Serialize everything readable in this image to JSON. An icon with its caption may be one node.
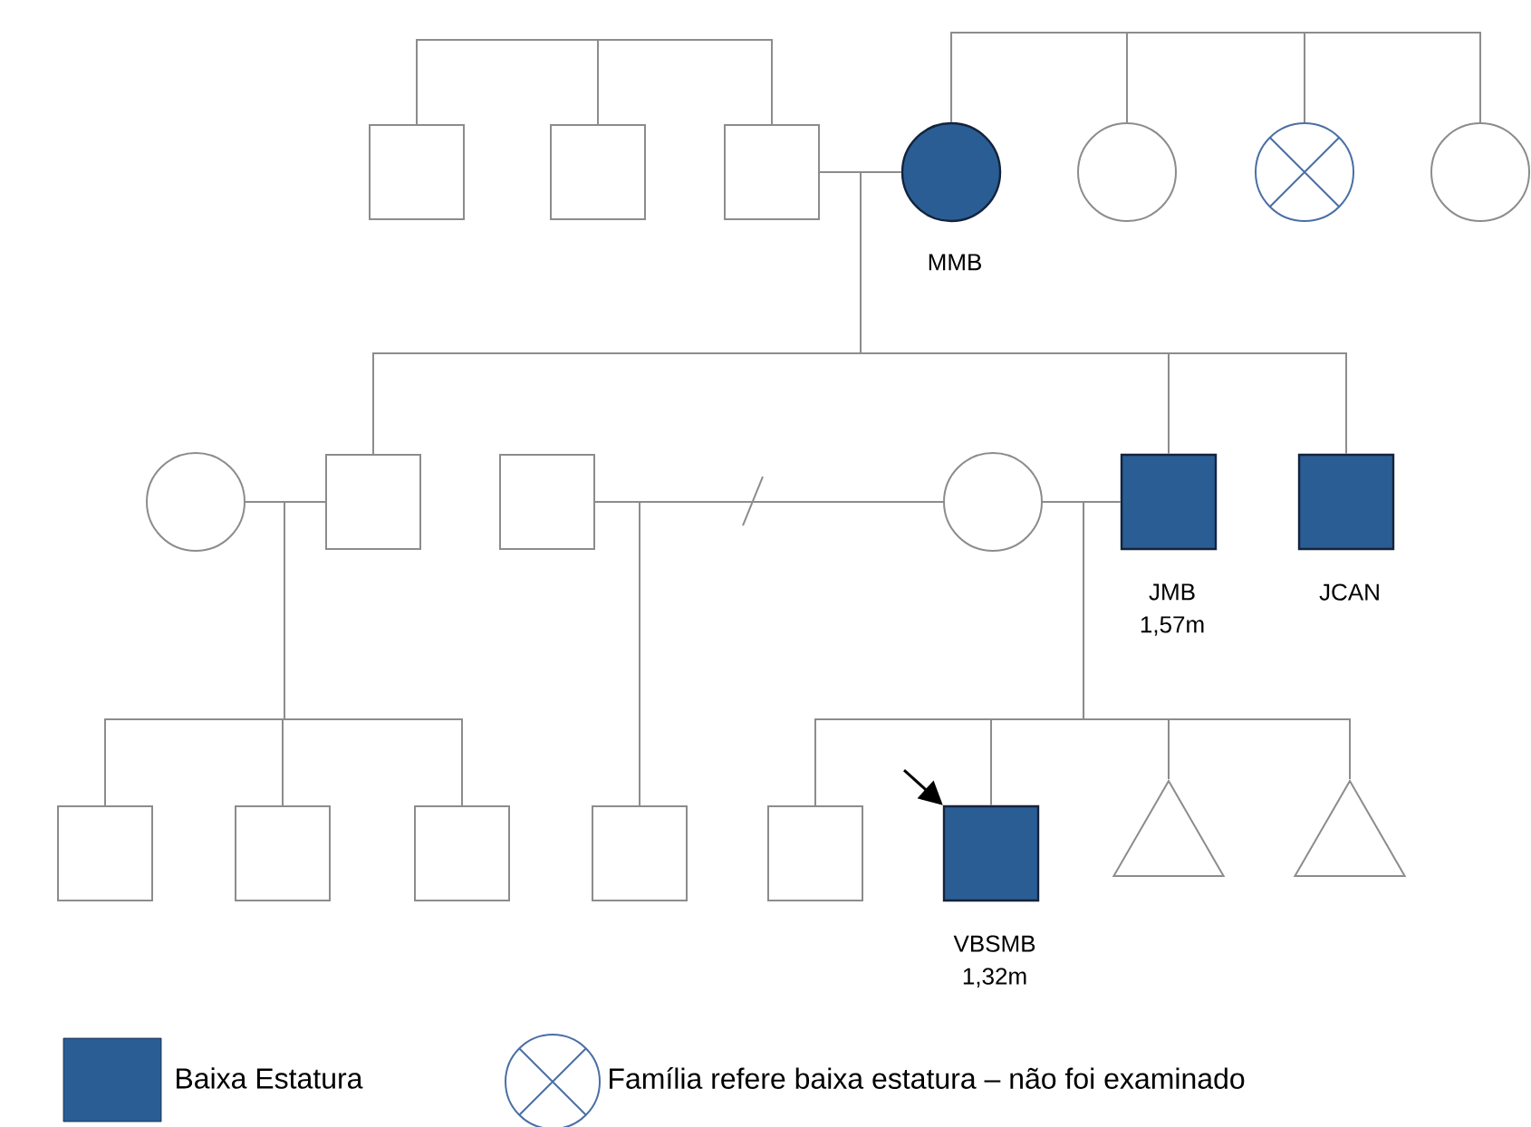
{
  "diagram": {
    "nodes": [
      {
        "text": [],
        "shape": "box"
      },
      {
        "text": [],
        "shape": "box"
      },
      {
        "text": [],
        "shape": "box"
      },
      {
        "text": [],
        "shape": "circle",
        "beside": [
          "MMB"
        ]
      },
      {
        "text": [],
        "shape": "circle"
      },
      {
        "text": [],
        "shape": "circle"
      },
      {
        "text": [],
        "shape": "circle"
      },
      {
        "text": [],
        "shape": "circle"
      },
      {
        "text": [],
        "shape": "box"
      },
      {
        "text": [],
        "shape": "box"
      },
      {
        "text": [],
        "shape": "circle"
      },
      {
        "text": [],
        "shape": "box",
        "beside": [
          "JMB",
          "1,57m"
        ]
      },
      {
        "text": [],
        "shape": "box",
        "beside": [
          "JCAN"
        ]
      },
      {
        "text": [],
        "shape": "box"
      },
      {
        "text": [],
        "shape": "box"
      },
      {
        "text": [],
        "shape": "box"
      },
      {
        "text": [],
        "shape": "box"
      },
      {
        "text": [],
        "shape": "box"
      },
      {
        "text": [],
        "shape": "box",
        "beside": [
          "VBSMB",
          "1,32m"
        ]
      },
      {
        "text": [],
        "shape": "triangle"
      },
      {
        "text": [],
        "shape": "triangle"
      }
    ],
    "edges": [
      {
        "from": 0,
        "to": 1,
        "arrow": "none"
      },
      {
        "from": 0,
        "to": 2,
        "arrow": "none"
      },
      {
        "from": 3,
        "to": 4,
        "arrow": "none"
      },
      {
        "from": 3,
        "to": 5,
        "arrow": "none"
      },
      {
        "from": 3,
        "to": 6,
        "arrow": "none"
      },
      {
        "from": 2,
        "to": 3,
        "arrow": "none"
      },
      {
        "from": 2,
        "to": 8,
        "arrow": "none"
      },
      {
        "from": 2,
        "to": 11,
        "arrow": "none"
      },
      {
        "from": 2,
        "to": 12,
        "arrow": "none"
      },
      {
        "from": 7,
        "to": 8,
        "arrow": "none"
      },
      {
        "from": 7,
        "to": 13,
        "arrow": "none"
      },
      {
        "from": 7,
        "to": 14,
        "arrow": "none"
      },
      {
        "from": 7,
        "to": 15,
        "arrow": "none"
      },
      {
        "from": 9,
        "to": 10,
        "arrow": "none"
      },
      {
        "from": 9,
        "to": 16,
        "arrow": "none"
      },
      {
        "from": 10,
        "to": 11,
        "arrow": "none"
      },
      {
        "from": 10,
        "to": 17,
        "arrow": "none"
      },
      {
        "from": 10,
        "to": 18,
        "arrow": "none"
      },
      {
        "from": 10,
        "to": 19,
        "arrow": "none"
      },
      {
        "from": 10,
        "to": 20,
        "arrow": "none"
      },
      {
        "from": null,
        "to": 18,
        "arrow": "to",
        "color": "#000000"
      }
    ],
    "legend": [
      {
        "text": "Baixa Estatura",
        "color": "#2a5d94"
      },
      {
        "text": "Família refere baixa estatura – não foi examinado"
      }
    ]
  }
}
